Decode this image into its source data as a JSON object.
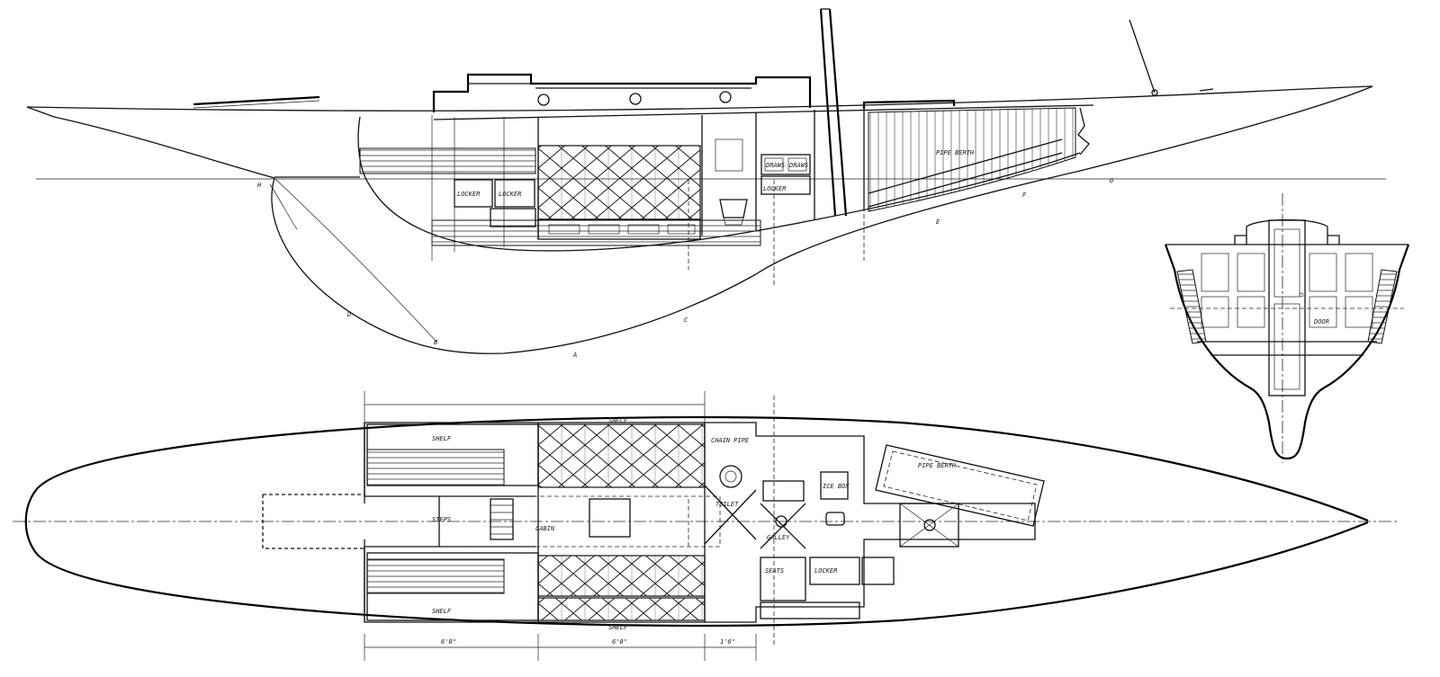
{
  "profile_labels": {
    "locker_1": "LOCKER",
    "locker_2": "LOCKER",
    "locker_3": "LOCKER",
    "drawers_1": "DRAWS",
    "drawers_2": "DRAWS",
    "pipe_berth": "PIPE BERTH",
    "station_h": "H",
    "station_a": "A",
    "station_b": "B",
    "station_c": "C",
    "station_d": "D",
    "station_e": "E",
    "station_f": "F",
    "station_g": "G"
  },
  "plan_labels": {
    "cabin": "CABIN",
    "galley": "GALLEY",
    "ice_box": "ICE BOX",
    "toilet": "TOILET",
    "pipe_berth": "PIPE BERTH",
    "shelf_1": "SHELF",
    "shelf_2": "SHELF",
    "shelf_3": "SHELF",
    "shelf_4": "SHELF",
    "chain_pipe": "CHAIN PIPE",
    "seats": "SEATS",
    "locker": "LOCKER",
    "steps": "STEPS",
    "dim_1": "6'0\"",
    "dim_2": "6'0\"",
    "dim_3": "1'6\""
  },
  "section_labels": {
    "door": "DOOR"
  }
}
